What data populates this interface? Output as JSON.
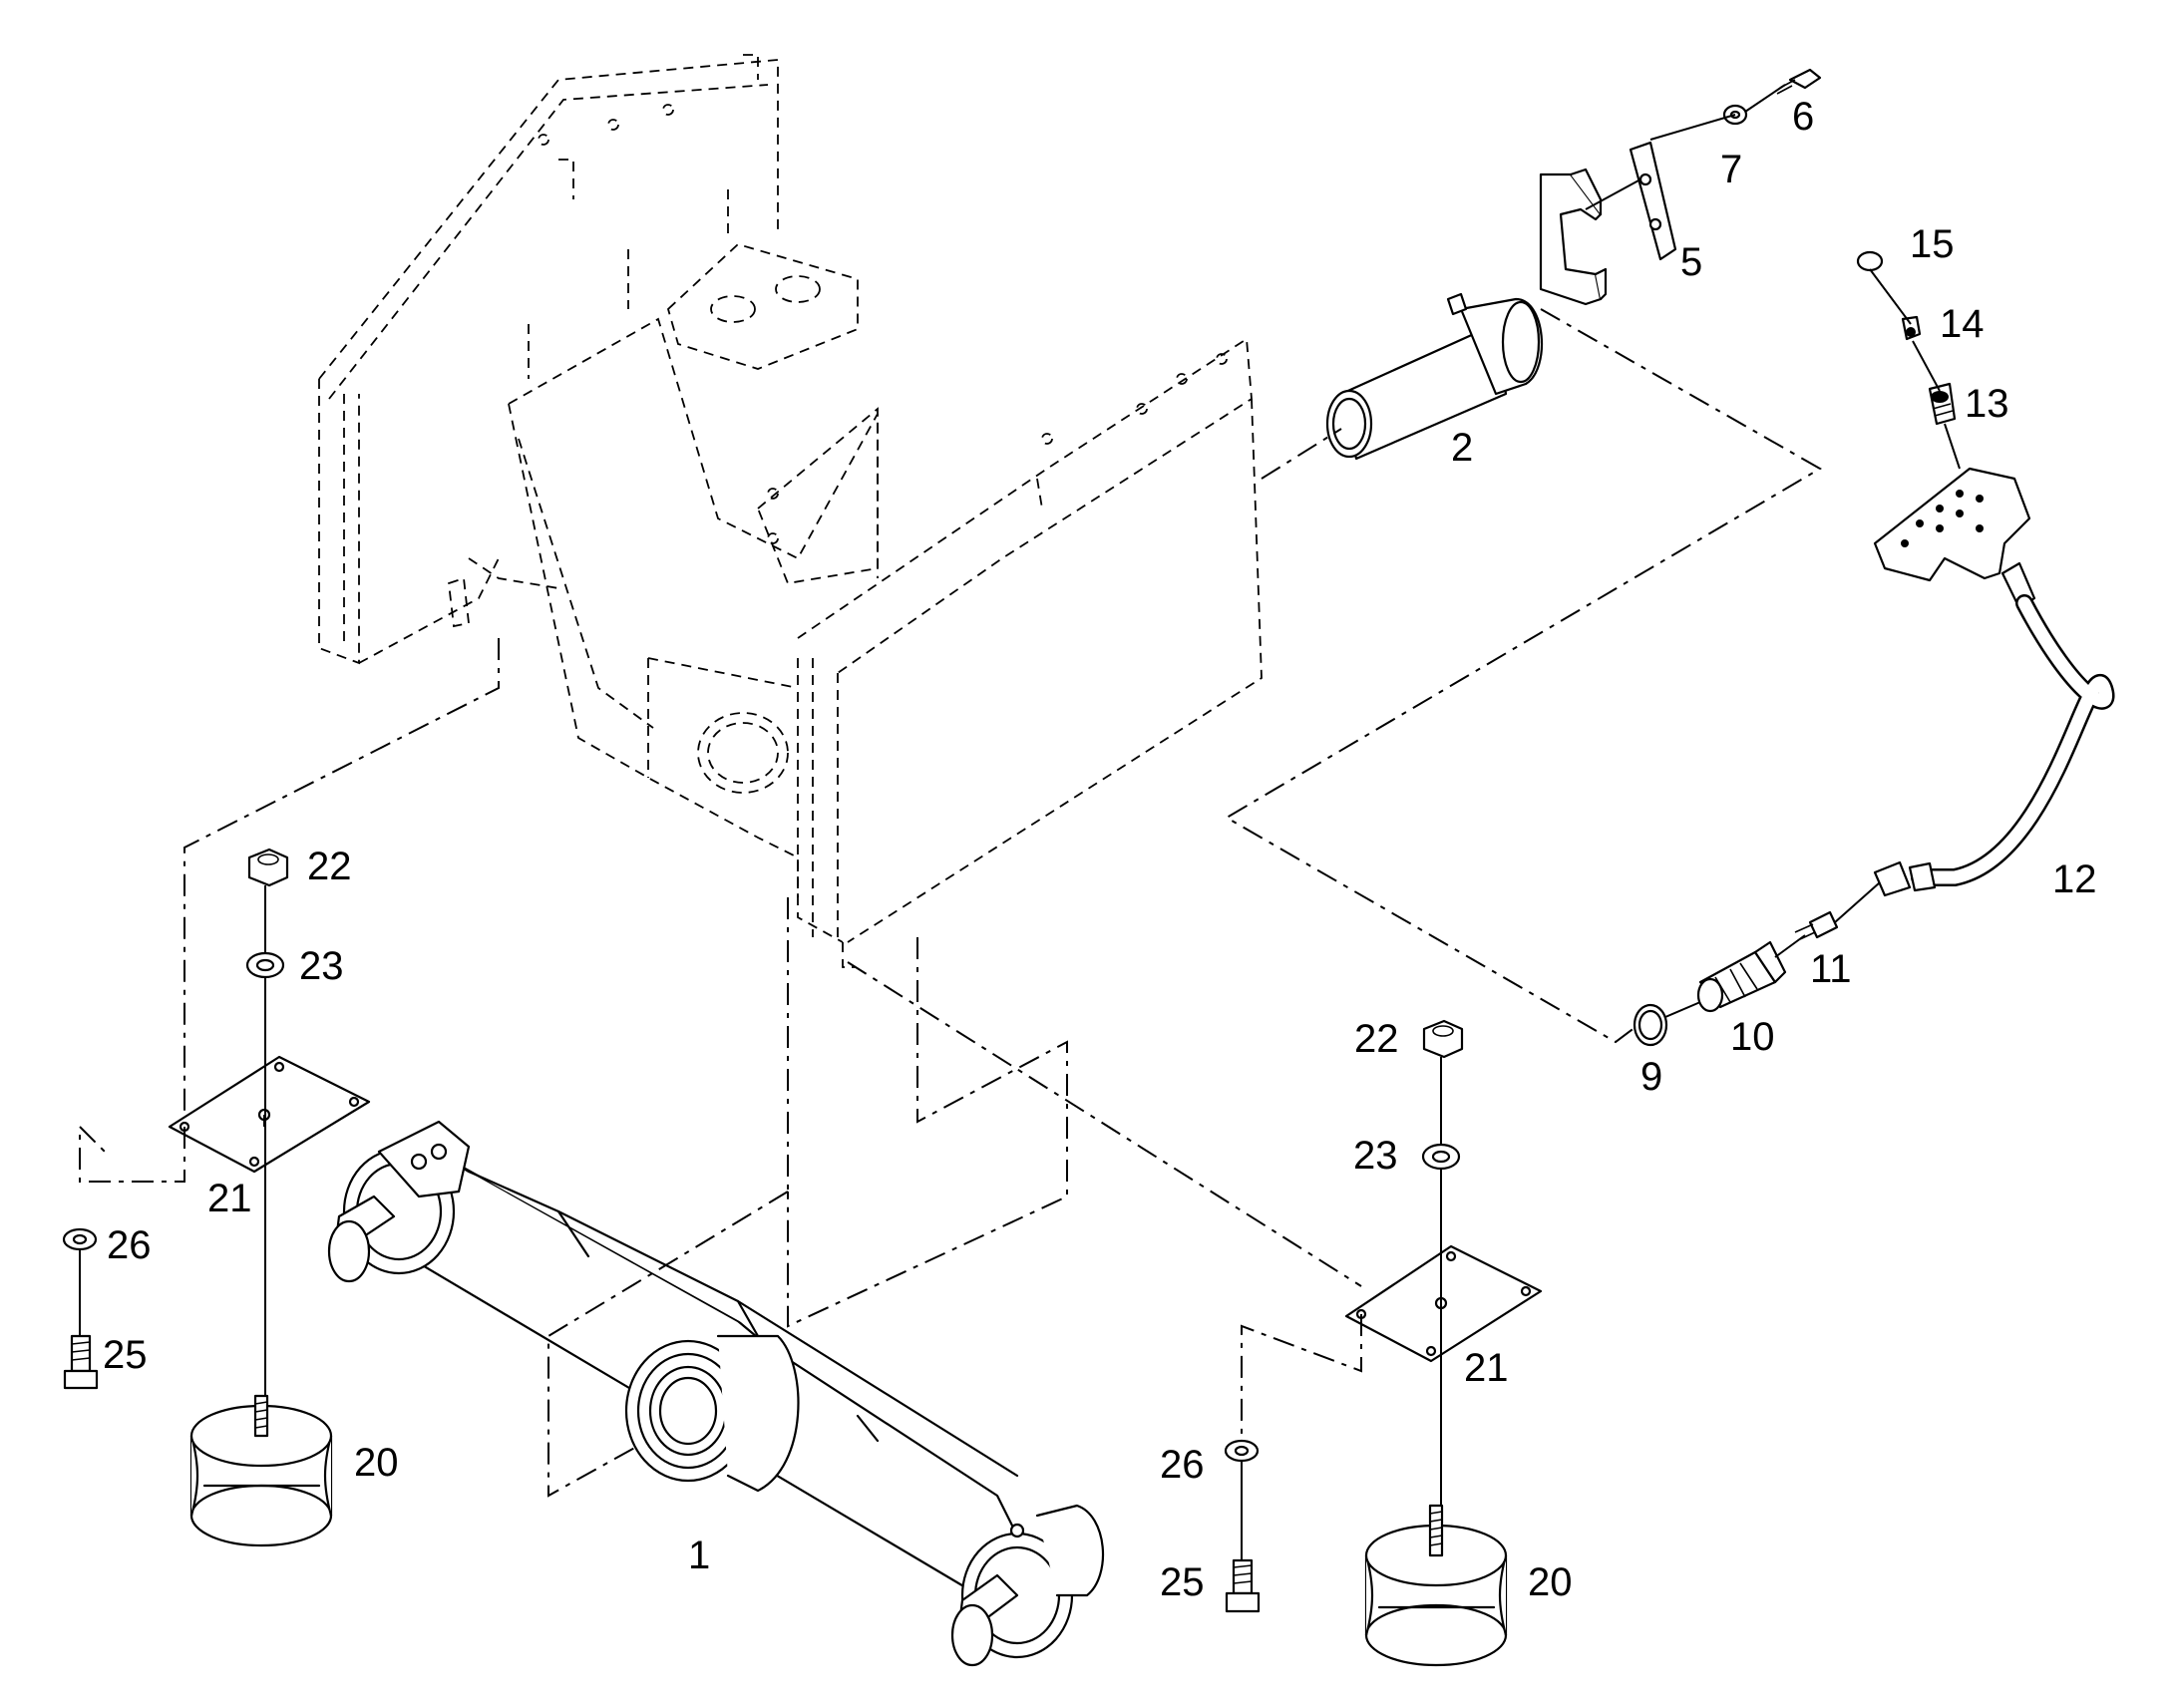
{
  "colors": {
    "line": "#000000",
    "background": "#ffffff"
  },
  "callouts": {
    "c1": "1",
    "c2": "2",
    "c5": "5",
    "c6": "6",
    "c7": "7",
    "c9": "9",
    "c10": "10",
    "c11": "11",
    "c12": "12",
    "c13": "13",
    "c14": "14",
    "c15": "15",
    "c20a": "20",
    "c20b": "20",
    "c21a": "21",
    "c21b": "21",
    "c22a": "22",
    "c22b": "22",
    "c23a": "23",
    "c23b": "23",
    "c25a": "25",
    "c25b": "25",
    "c26a": "26",
    "c26b": "26"
  }
}
